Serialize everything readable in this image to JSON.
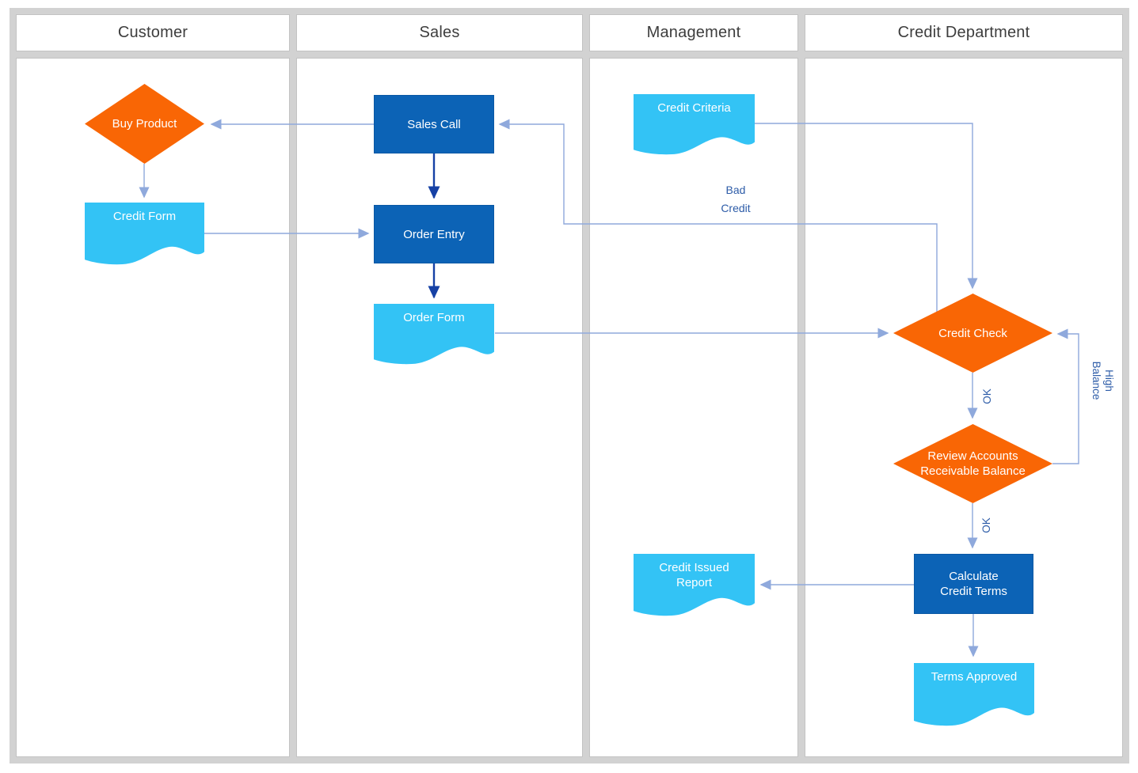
{
  "lanes": [
    {
      "label": "Customer"
    },
    {
      "label": "Sales"
    },
    {
      "label": "Management"
    },
    {
      "label": "Credit Department"
    }
  ],
  "nodes": {
    "buy_product": {
      "label": "Buy Product",
      "type": "decision",
      "lane": "Customer"
    },
    "credit_form": {
      "label": "Credit Form",
      "type": "document",
      "lane": "Customer"
    },
    "sales_call": {
      "label": "Sales Call",
      "type": "process",
      "lane": "Sales"
    },
    "order_entry": {
      "label": "Order Entry",
      "type": "process",
      "lane": "Sales"
    },
    "order_form": {
      "label": "Order Form",
      "type": "document",
      "lane": "Sales"
    },
    "credit_criteria": {
      "label": "Credit Criteria",
      "type": "document",
      "lane": "Management"
    },
    "credit_issued_report": {
      "label": "Credit Issued Report",
      "type": "document",
      "lane": "Management"
    },
    "credit_check": {
      "label": "Credit Check",
      "type": "decision",
      "lane": "Credit Department"
    },
    "review_ar_balance": {
      "label": "Review Accounts Receivable Balance",
      "type": "decision",
      "lane": "Credit Department"
    },
    "calculate_credit_terms": {
      "label": "Calculate Credit Terms",
      "type": "process",
      "lane": "Credit Department"
    },
    "terms_approved": {
      "label": "Terms Approved",
      "type": "document",
      "lane": "Credit Department"
    }
  },
  "edges": [
    {
      "from": "sales_call",
      "to": "buy_product"
    },
    {
      "from": "buy_product",
      "to": "credit_form"
    },
    {
      "from": "credit_form",
      "to": "order_entry"
    },
    {
      "from": "sales_call",
      "to": "order_entry"
    },
    {
      "from": "order_entry",
      "to": "order_form"
    },
    {
      "from": "order_form",
      "to": "credit_check"
    },
    {
      "from": "credit_criteria",
      "to": "credit_check"
    },
    {
      "from": "credit_check",
      "to": "sales_call",
      "label": "Bad Credit"
    },
    {
      "from": "credit_check",
      "to": "review_ar_balance",
      "label": "OK"
    },
    {
      "from": "review_ar_balance",
      "to": "credit_check",
      "label": "High Balance"
    },
    {
      "from": "review_ar_balance",
      "to": "calculate_credit_terms",
      "label": "OK"
    },
    {
      "from": "calculate_credit_terms",
      "to": "credit_issued_report"
    },
    {
      "from": "calculate_credit_terms",
      "to": "terms_approved"
    }
  ],
  "edge_labels": {
    "bad_credit_line1": "Bad",
    "bad_credit_line2": "Credit",
    "ok_credit_check": "OK",
    "ok_review": "OK",
    "high_balance_line1": "High",
    "high_balance_line2": "Balance"
  },
  "colors": {
    "process_fill": "#0c63b6",
    "decision_fill": "#f96605",
    "document_fill": "#33c3f5",
    "connector_light": "#8fa9dc",
    "connector_dark": "#1641a5",
    "edge_label_text": "#2d5ca8",
    "lane_divider": "#d2d2d2",
    "header_text": "#3d3d3d",
    "node_text": "#ffffff"
  }
}
